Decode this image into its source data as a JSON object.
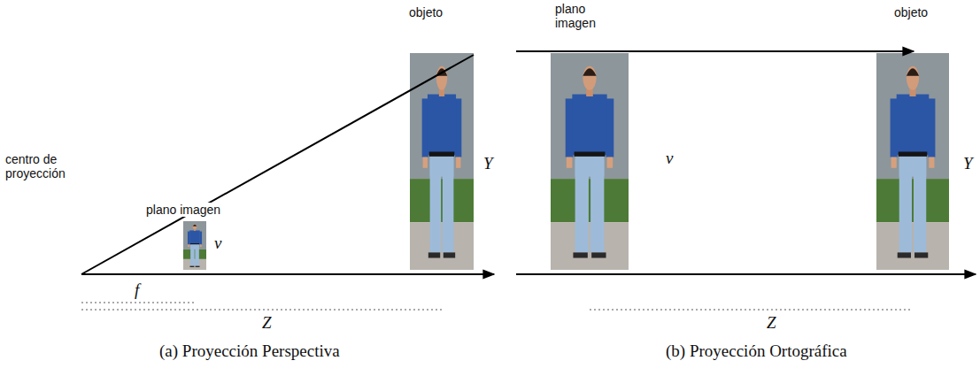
{
  "diagram": {
    "labels": [
      "centro de proyección",
      "plano imagen",
      "objeto",
      "f",
      "Z",
      "v",
      "Y",
      "(a) Proyección Perspectiva",
      "plano imagen",
      "objeto",
      "v",
      "Y",
      "Z",
      "(b) Proyección Ortográfica"
    ]
  }
}
